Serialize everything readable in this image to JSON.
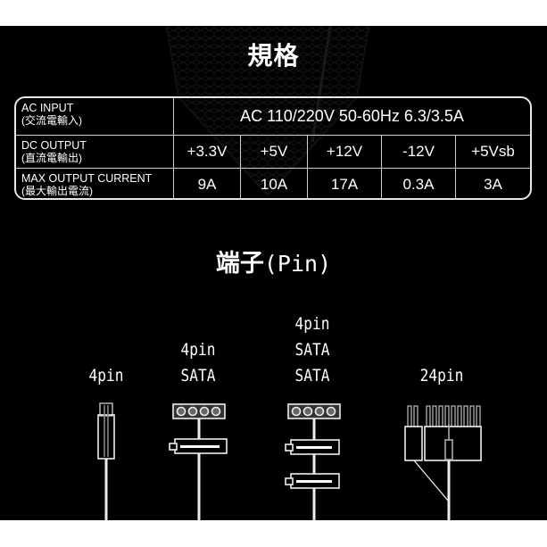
{
  "specs": {
    "title": "規格",
    "rows": [
      {
        "label_en": "AC INPUT",
        "label_zh": "(交流電輸入)",
        "value": "AC 110/220V 50-60Hz 6.3/3.5A"
      },
      {
        "label_en": "DC OUTPUT",
        "label_zh": "(直流電輸出)",
        "values": [
          "+3.3V",
          "+5V",
          "+12V",
          "-12V",
          "+5Vsb"
        ]
      },
      {
        "label_en": "MAX OUTPUT CURRENT",
        "label_zh": "(最大輸出電流)",
        "values": [
          "9A",
          "10A",
          "17A",
          "0.3A",
          "3A"
        ]
      }
    ]
  },
  "pins": {
    "title_zh": "端子",
    "title_en": "(Pin)",
    "connectors": [
      {
        "lines": [
          "4pin"
        ],
        "icon": "molex-4pin-connector"
      },
      {
        "lines": [
          "4pin",
          "SATA"
        ],
        "icon": "molex-sata-connector"
      },
      {
        "lines": [
          "4pin",
          "SATA",
          "SATA"
        ],
        "icon": "molex-dual-sata-connector"
      },
      {
        "lines": [
          "24pin"
        ],
        "icon": "atx-24pin-connector"
      }
    ]
  },
  "colors": {
    "background": "#000000",
    "text": "#ffffff",
    "border": "#e8e8e8",
    "page": "#ffffff"
  }
}
